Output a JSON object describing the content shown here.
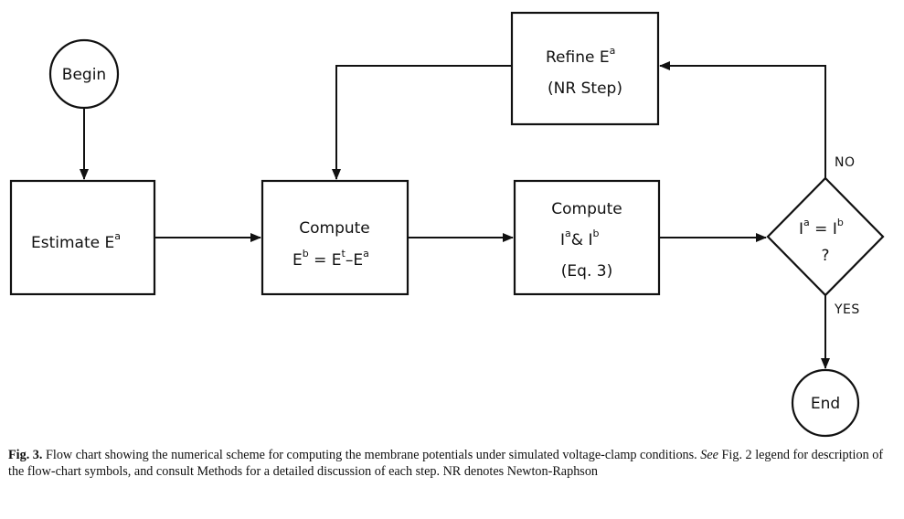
{
  "flowchart": {
    "begin_label": "Begin",
    "end_label": "End",
    "estimate": {
      "text": "Estimate E",
      "sup": "a"
    },
    "compute_eb": {
      "title": "Compute",
      "eq_base1": "E",
      "eq_sup1": "b",
      "eq_eq": " = ",
      "eq_base2": "E",
      "eq_sup2": "t",
      "eq_minus": "–",
      "eq_base3": "E",
      "eq_sup3": "a"
    },
    "compute_i": {
      "title": "Compute",
      "base1": "I",
      "sup1": "a",
      "amp": "& ",
      "base2": "I",
      "sup2": "b",
      "eq_ref": "(Eq. 3)"
    },
    "refine": {
      "line1": "Refine E",
      "sup": "a",
      "line2": "(NR Step)"
    },
    "decision": {
      "base1": "I",
      "sup1": "a",
      "eq": " = ",
      "base2": "I",
      "sup2": "b",
      "q": "?"
    },
    "no_label": "NO",
    "yes_label": "YES"
  },
  "caption": {
    "fig_label": "Fig. 3.",
    "text1": " Flow chart showing the numerical scheme for computing the membrane potentials under simulated voltage-clamp conditions.",
    "see_word": "See",
    "text2": " Fig. 2 legend for description of the flow-chart symbols, and consult Methods for a detailed discussion of each step. NR denotes Newton-Raphson"
  }
}
